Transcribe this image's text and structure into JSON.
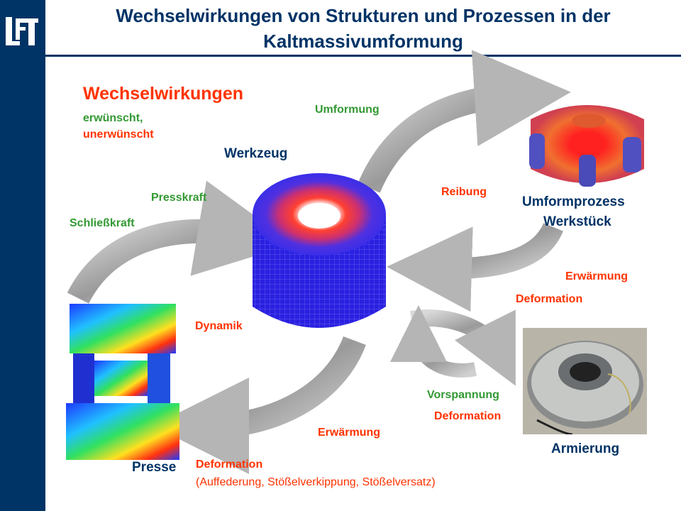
{
  "logo": "LFT",
  "title": {
    "line1": "Wechselwirkungen von Strukturen und Prozessen in der",
    "line2": "Kaltmassivumformung"
  },
  "legend": {
    "heading": "Wechselwirkungen",
    "desired": "erwünscht,",
    "undesired": "unerwünscht"
  },
  "nodes": {
    "tool": "Werkzeug",
    "process_line1": "Umformprozess",
    "process_line2": "Werkstück",
    "reinforcement": "Armierung",
    "press": "Presse"
  },
  "labels": {
    "umformung": "Umformung",
    "presskraft": "Presskraft",
    "schliesskraft": "Schließkraft",
    "reibung": "Reibung",
    "erwaermung_process": "Erwärmung",
    "deformation_process": "Deformation",
    "dynamik": "Dynamik",
    "vorspannung": "Vorspannung",
    "deformation_armierung": "Deformation",
    "erwaermung_press": "Erwärmung",
    "deformation_press": "Deformation",
    "deformation_press_detail": "(Auffederung,  Stößelverkippung,  Stößelversatz)"
  },
  "colors": {
    "navy": "#003366",
    "red": "#ff3300",
    "green": "#339933",
    "arrow": "#a6a6a6"
  }
}
